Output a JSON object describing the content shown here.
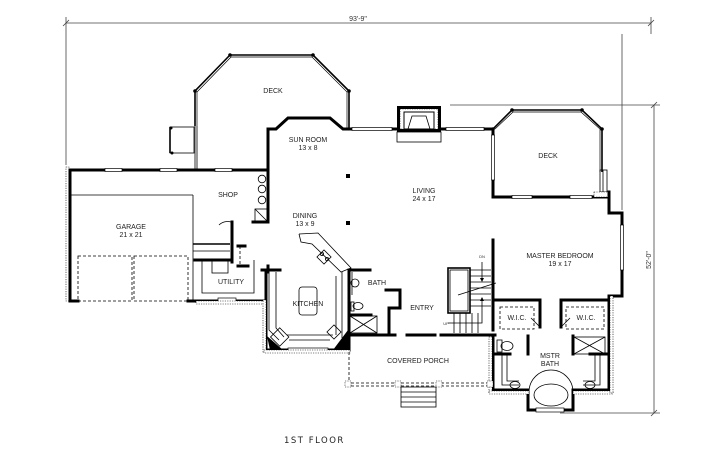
{
  "title": "1ST FLOOR",
  "dimensions": {
    "width": "93'-9\"",
    "depth": "52'-0\""
  },
  "rooms": [
    {
      "name": "DECK",
      "size": ""
    },
    {
      "name": "SUN ROOM",
      "size": "13 x 8"
    },
    {
      "name": "DECK",
      "size": ""
    },
    {
      "name": "SHOP",
      "size": ""
    },
    {
      "name": "GARAGE",
      "size": "21 x 21"
    },
    {
      "name": "DINING",
      "size": "13 x 9"
    },
    {
      "name": "LIVING",
      "size": "24 x 17"
    },
    {
      "name": "MASTER BEDROOM",
      "size": "19 x 17"
    },
    {
      "name": "UTILITY",
      "size": ""
    },
    {
      "name": "KITCHEN",
      "size": ""
    },
    {
      "name": "BATH",
      "size": ""
    },
    {
      "name": "ENTRY",
      "size": ""
    },
    {
      "name": "W.I.C.",
      "size": ""
    },
    {
      "name": "W.I.C.",
      "size": ""
    },
    {
      "name": "MSTR BATH",
      "size": ""
    },
    {
      "name": "COVERED PORCH",
      "size": ""
    }
  ],
  "stair_labels": {
    "down": "DN",
    "up": "UP"
  },
  "labels": {
    "deck_left": "DECK",
    "sun_room": "SUN ROOM",
    "sun_room_size": "13 x 8",
    "deck_right": "DECK",
    "shop": "SHOP",
    "garage": "GARAGE",
    "garage_size": "21 x 21",
    "dining": "DINING",
    "dining_size": "13 x 9",
    "living": "LIVING",
    "living_size": "24 x 17",
    "master_bedroom": "MASTER BEDROOM",
    "master_bedroom_size": "19 x 17",
    "utility": "UTILITY",
    "kitchen": "KITCHEN",
    "bath": "BATH",
    "entry": "ENTRY",
    "wic_left": "W.I.C.",
    "wic_right": "W.I.C.",
    "mstr_bath_1": "MSTR",
    "mstr_bath_2": "BATH",
    "covered_porch": "COVERED PORCH"
  }
}
